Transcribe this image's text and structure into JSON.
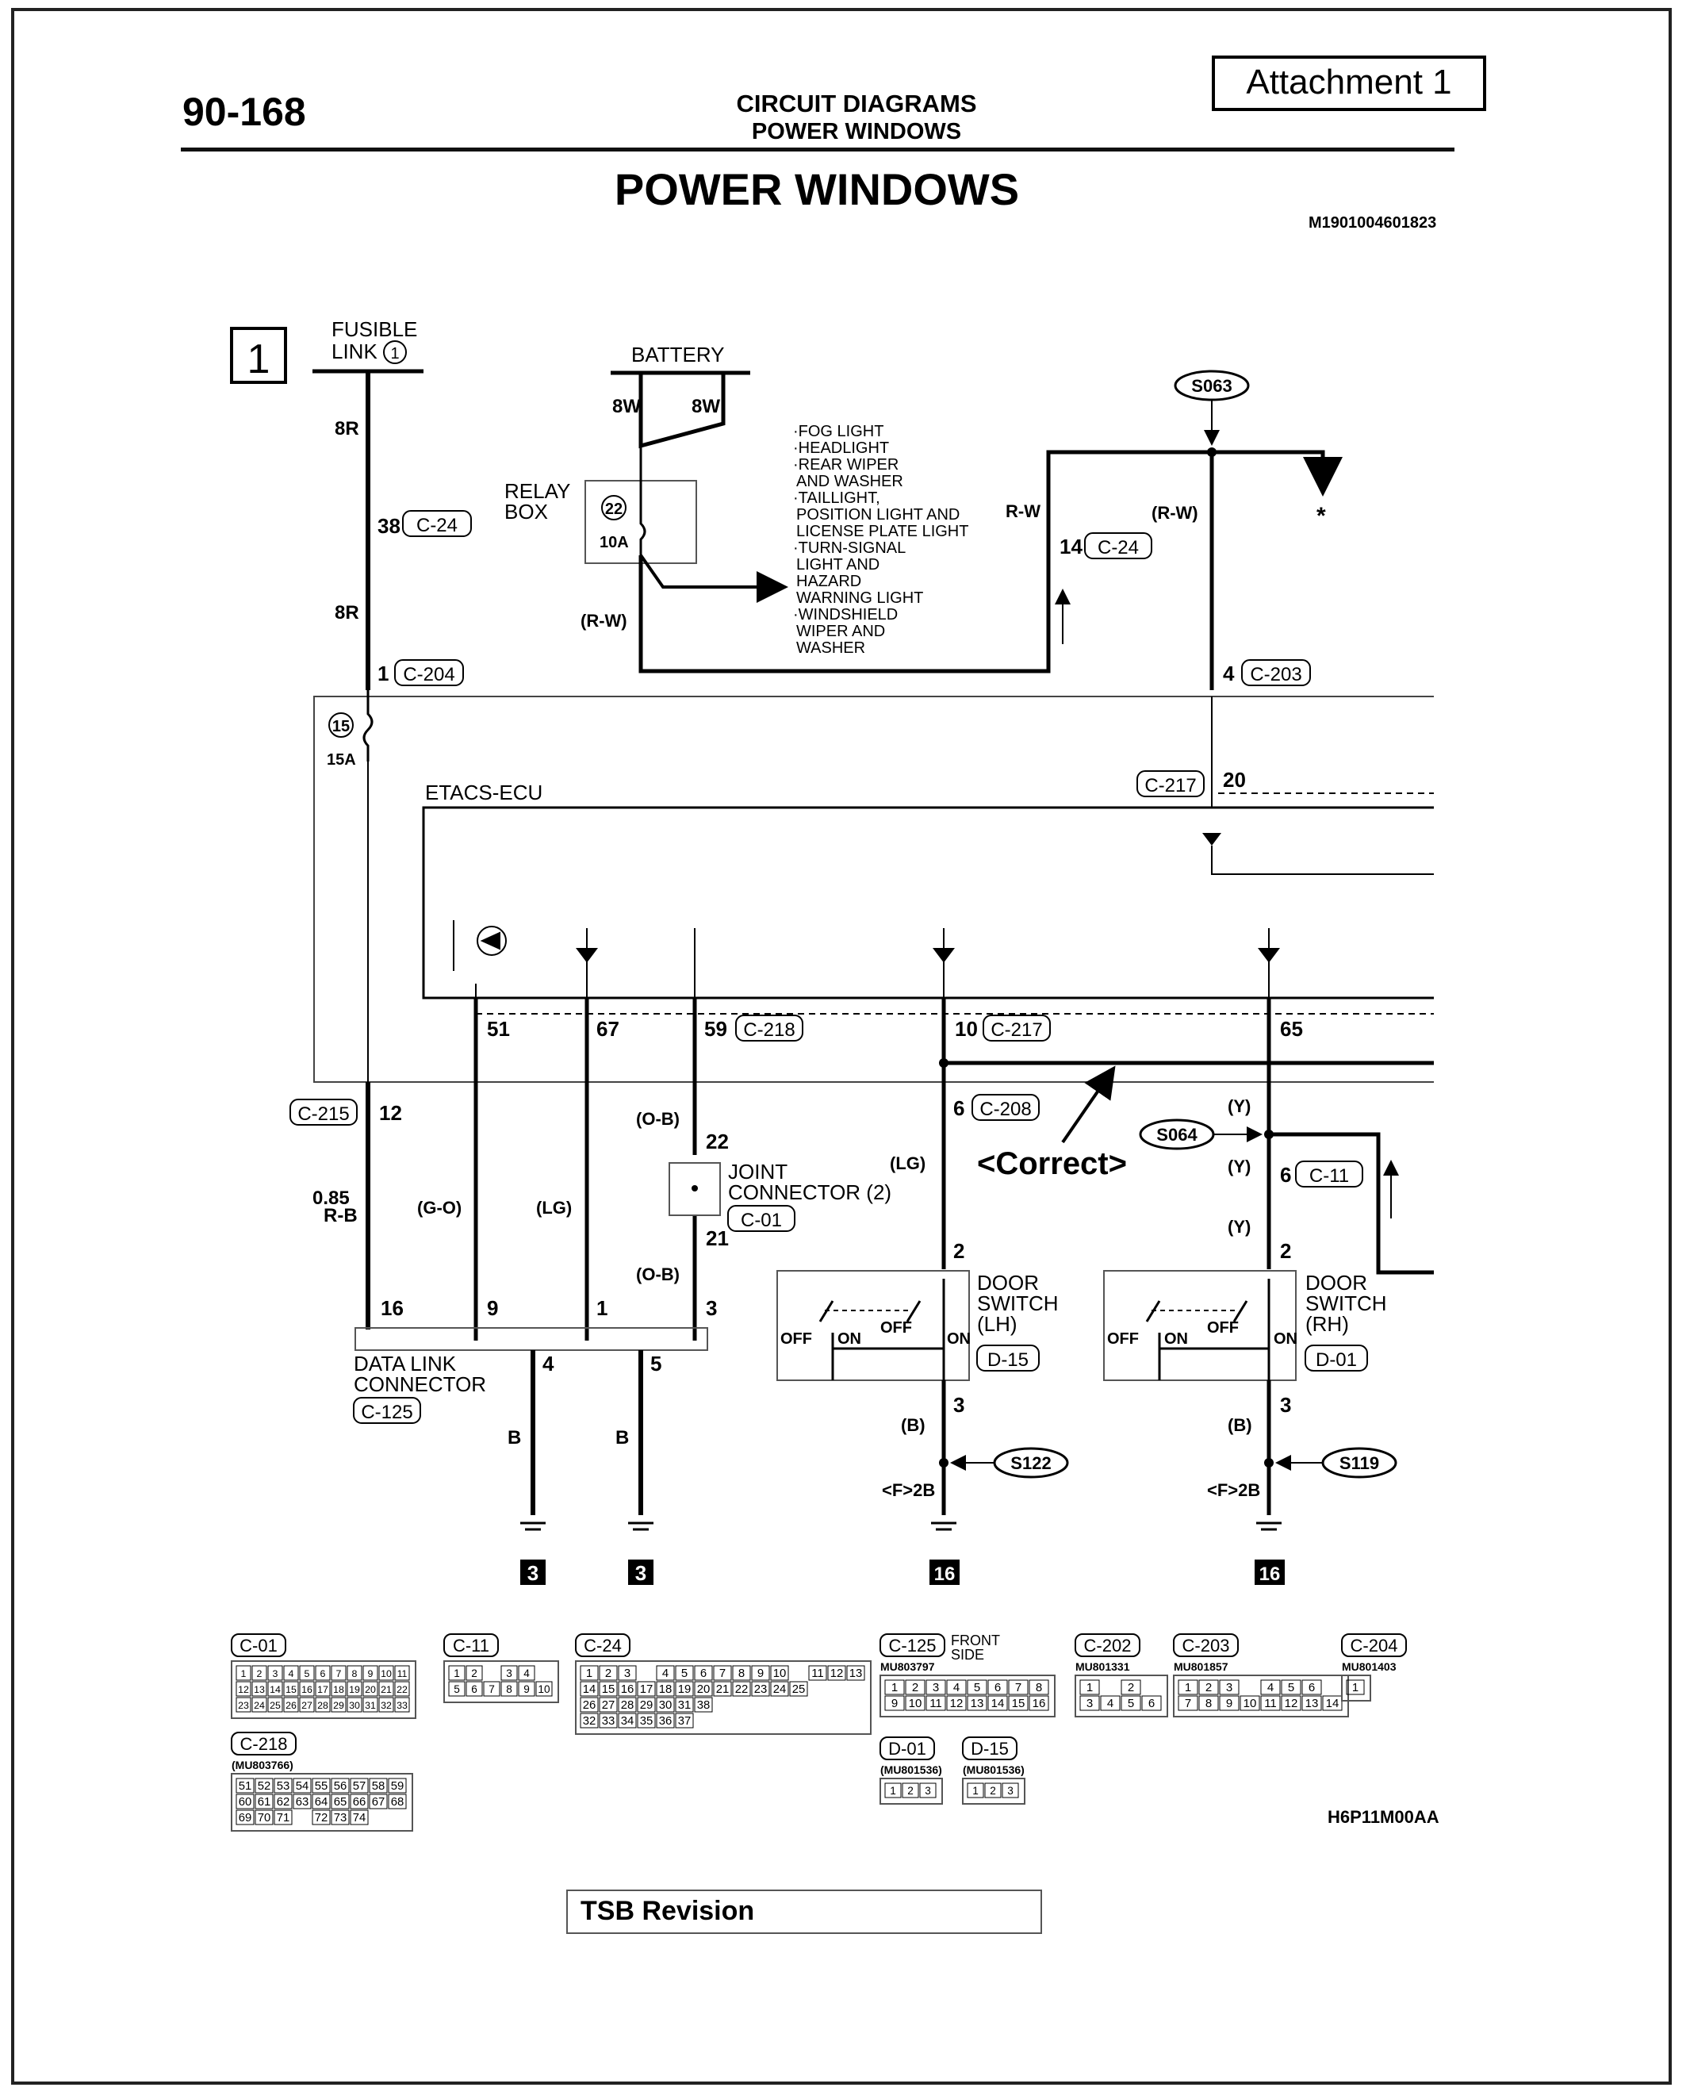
{
  "page": {
    "number": "90-168",
    "header_line1": "CIRCUIT DIAGRAMS",
    "header_line2": "POWER WINDOWS",
    "attachment": "Attachment 1",
    "title": "POWER WINDOWS",
    "doc_id": "M1901004601823",
    "section_number": "1",
    "image_code": "H6P11M00AA",
    "tsb_revision": "TSB Revision"
  },
  "labels": {
    "fusible_link": "FUSIBLE",
    "fusible_link2": "LINK",
    "fusible_num": "1",
    "battery": "BATTERY",
    "relay_box": "RELAY",
    "relay_box2": "BOX",
    "relay_fuse_num": "22",
    "relay_fuse_amp": "10A",
    "etacs_fuse_num": "15",
    "etacs_fuse_amp": "15A",
    "etacs_ecu": "ETACS-ECU",
    "correct": "<Correct>",
    "joint_connector": "JOINT",
    "joint_connector2": "CONNECTOR (2)",
    "joint_connector_id": "C-01",
    "data_link": "DATA LINK",
    "data_link2": "CONNECTOR",
    "data_link_id": "C-125",
    "door_switch_lh": "DOOR",
    "door_switch_lh2": "SWITCH",
    "door_switch_lh3": "(LH)",
    "door_switch_lh_id": "D-15",
    "door_switch_rh": "DOOR",
    "door_switch_rh2": "SWITCH",
    "door_switch_rh3": "(RH)",
    "door_switch_rh_id": "D-01",
    "off": "OFF",
    "on": "ON",
    "star": "*",
    "loads": [
      "·FOG LIGHT",
      "·HEADLIGHT",
      "·REAR WIPER",
      "AND WASHER",
      "·TAILLIGHT,",
      "POSITION LIGHT AND",
      "LICENSE PLATE LIGHT",
      "·TURN-SIGNAL",
      "LIGHT AND",
      "HAZARD",
      "WARNING LIGHT",
      "·WINDSHIELD",
      "WIPER AND",
      "WASHER"
    ]
  },
  "wires": {
    "w_8r_a": "8R",
    "w_8r_b": "8R",
    "w_8w_a": "8W",
    "w_8w_b": "8W",
    "w_rw_a": "(R-W)",
    "w_rw_b": "R-W",
    "w_rw_c": "(R-W)",
    "w_085": "0.85",
    "w_rb": "R-B",
    "w_go": "(G-O)",
    "w_lg_a": "(LG)",
    "w_lg_b": "(LG)",
    "w_ob_a": "(O-B)",
    "w_ob_b": "(O-B)",
    "w_y_a": "(Y)",
    "w_y_b": "(Y)",
    "w_y_c": "(Y)",
    "w_b_a": "B",
    "w_b_b": "B",
    "w_b_c": "(B)",
    "w_b_d": "(B)",
    "w_f2b_a": "<F>2B",
    "w_f2b_b": "<F>2B"
  },
  "pins": {
    "p38": "38",
    "p1": "1",
    "p14": "14",
    "p4": "4",
    "p20": "20",
    "p51": "51",
    "p67": "67",
    "p59": "59",
    "p10": "10",
    "p65": "65",
    "p12": "12",
    "p6a": "6",
    "p6b": "6",
    "p22": "22",
    "p21": "21",
    "p2a": "2",
    "p2b": "2",
    "p16": "16",
    "p9": "9",
    "p1b": "1",
    "p3": "3",
    "p4b": "4",
    "p5": "5",
    "p3a": "3",
    "p3b": "3"
  },
  "connectors": {
    "c24a": "C-24",
    "c204": "C-204",
    "c24b": "C-24",
    "c203": "C-203",
    "c217a": "C-217",
    "c218": "C-218",
    "c217b": "C-217",
    "c215": "C-215",
    "c208": "C-208",
    "c11": "C-11",
    "c01": "C-01",
    "d15": "D-15",
    "d01": "D-01",
    "c125": "C-125"
  },
  "splices": {
    "s063": "S063",
    "s064": "S064",
    "s122": "S122",
    "s119": "S119"
  },
  "grounds": {
    "g3a": "3",
    "g3b": "3",
    "g16a": "16",
    "g16b": "16"
  },
  "connector_views": {
    "c01": {
      "label": "C-01",
      "rows": [
        [
          "1",
          "2",
          "3",
          "4",
          "5",
          "6",
          "7",
          "8",
          "9",
          "10",
          "11"
        ],
        [
          "12",
          "13",
          "14",
          "15",
          "16",
          "17",
          "18",
          "19",
          "20",
          "21",
          "22"
        ],
        [
          "23",
          "24",
          "25",
          "26",
          "27",
          "28",
          "29",
          "30",
          "31",
          "32",
          "33"
        ]
      ]
    },
    "c11": {
      "label": "C-11",
      "rows": [
        [
          "1",
          "2",
          "",
          "3",
          "4"
        ],
        [
          "5",
          "6",
          "7",
          "8",
          "9",
          "10"
        ]
      ]
    },
    "c24": {
      "label": "C-24",
      "rows": [
        [
          "1",
          "2",
          "3",
          "",
          "4",
          "5",
          "6",
          "7",
          "8",
          "9",
          "10",
          "",
          "11",
          "12",
          "13"
        ],
        [
          "14",
          "15",
          "16",
          "17",
          "18",
          "19",
          "20",
          "21",
          "22",
          "23",
          "24",
          "25"
        ],
        [
          "26",
          "27",
          "28",
          "29",
          "30",
          "31",
          "38"
        ],
        [
          "32",
          "33",
          "34",
          "35",
          "36",
          "37"
        ]
      ]
    },
    "c125": {
      "label": "C-125",
      "part": "MU803797",
      "note": "FRONT",
      "note2": "SIDE",
      "rows": [
        [
          "1",
          "2",
          "3",
          "4",
          "5",
          "6",
          "7",
          "8"
        ],
        [
          "9",
          "10",
          "11",
          "12",
          "13",
          "14",
          "15",
          "16"
        ]
      ]
    },
    "c202": {
      "label": "C-202",
      "part": "MU801331",
      "rows": [
        [
          "1",
          "",
          "2"
        ],
        [
          "3",
          "4",
          "5",
          "6"
        ]
      ]
    },
    "c203": {
      "label": "C-203",
      "part": "MU801857",
      "rows": [
        [
          "1",
          "2",
          "3",
          "",
          "4",
          "5",
          "6"
        ],
        [
          "7",
          "8",
          "9",
          "10",
          "11",
          "12",
          "13",
          "14"
        ]
      ]
    },
    "c204": {
      "label": "C-204",
      "part": "MU801403",
      "rows": [
        [
          "1"
        ]
      ]
    },
    "c218": {
      "label": "C-218",
      "part": "(MU803766)",
      "rows": [
        [
          "51",
          "52",
          "53",
          "54",
          "55",
          "56",
          "57",
          "58",
          "59"
        ],
        [
          "60",
          "61",
          "62",
          "63",
          "64",
          "65",
          "66",
          "67",
          "68"
        ],
        [
          "69",
          "70",
          "71",
          "",
          "72",
          "73",
          "74"
        ]
      ]
    },
    "d01": {
      "label": "D-01",
      "part": "(MU801536)",
      "rows": [
        [
          "1",
          "2",
          "3"
        ]
      ]
    },
    "d15": {
      "label": "D-15",
      "part": "(MU801536)",
      "rows": [
        [
          "1",
          "2",
          "3"
        ]
      ]
    }
  }
}
